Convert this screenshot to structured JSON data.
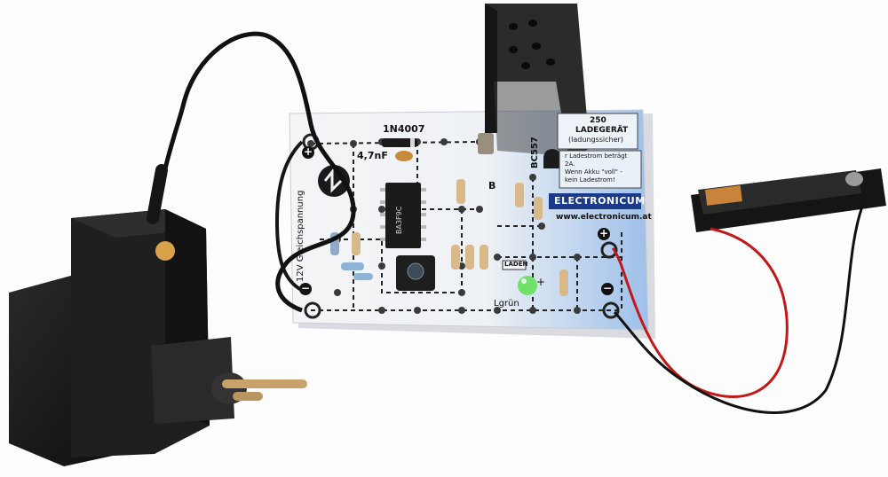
{
  "board": {
    "diode_label": "1N4007",
    "cap_label": "4,7nF",
    "transistor_label": "BC557",
    "side_label": "12V Gleichspannung",
    "brand": "ELECTRONICUM",
    "url": "www.electronicum.at",
    "charge_label": "LADEN",
    "led_label": "Lgrün",
    "title_line1": "250",
    "title_line2": "LADEGERÄT",
    "title_line3": "(ladungssicher)",
    "info_line1": "r Ladestrom beträgt",
    "info_line2": "2A.",
    "info_line3": "Wenn Akku \"voll\" -",
    "info_line4": "kein Ladestrom!",
    "plus": "+",
    "minus": "−",
    "ic_marking": "BA3F9C",
    "bd_label": "B"
  },
  "colors": {
    "board": "#f2f4f7",
    "board_tint": "#8fb6e6",
    "adapter": "#1a1a1a",
    "bracket": "#2b2b2b",
    "battery_holder": "#151515",
    "battery_cap": "#c8843a",
    "wire_black": "#111111",
    "wire_red": "#c21818",
    "led": "#6fe06a",
    "brand_bg": "#1b3a8a"
  }
}
